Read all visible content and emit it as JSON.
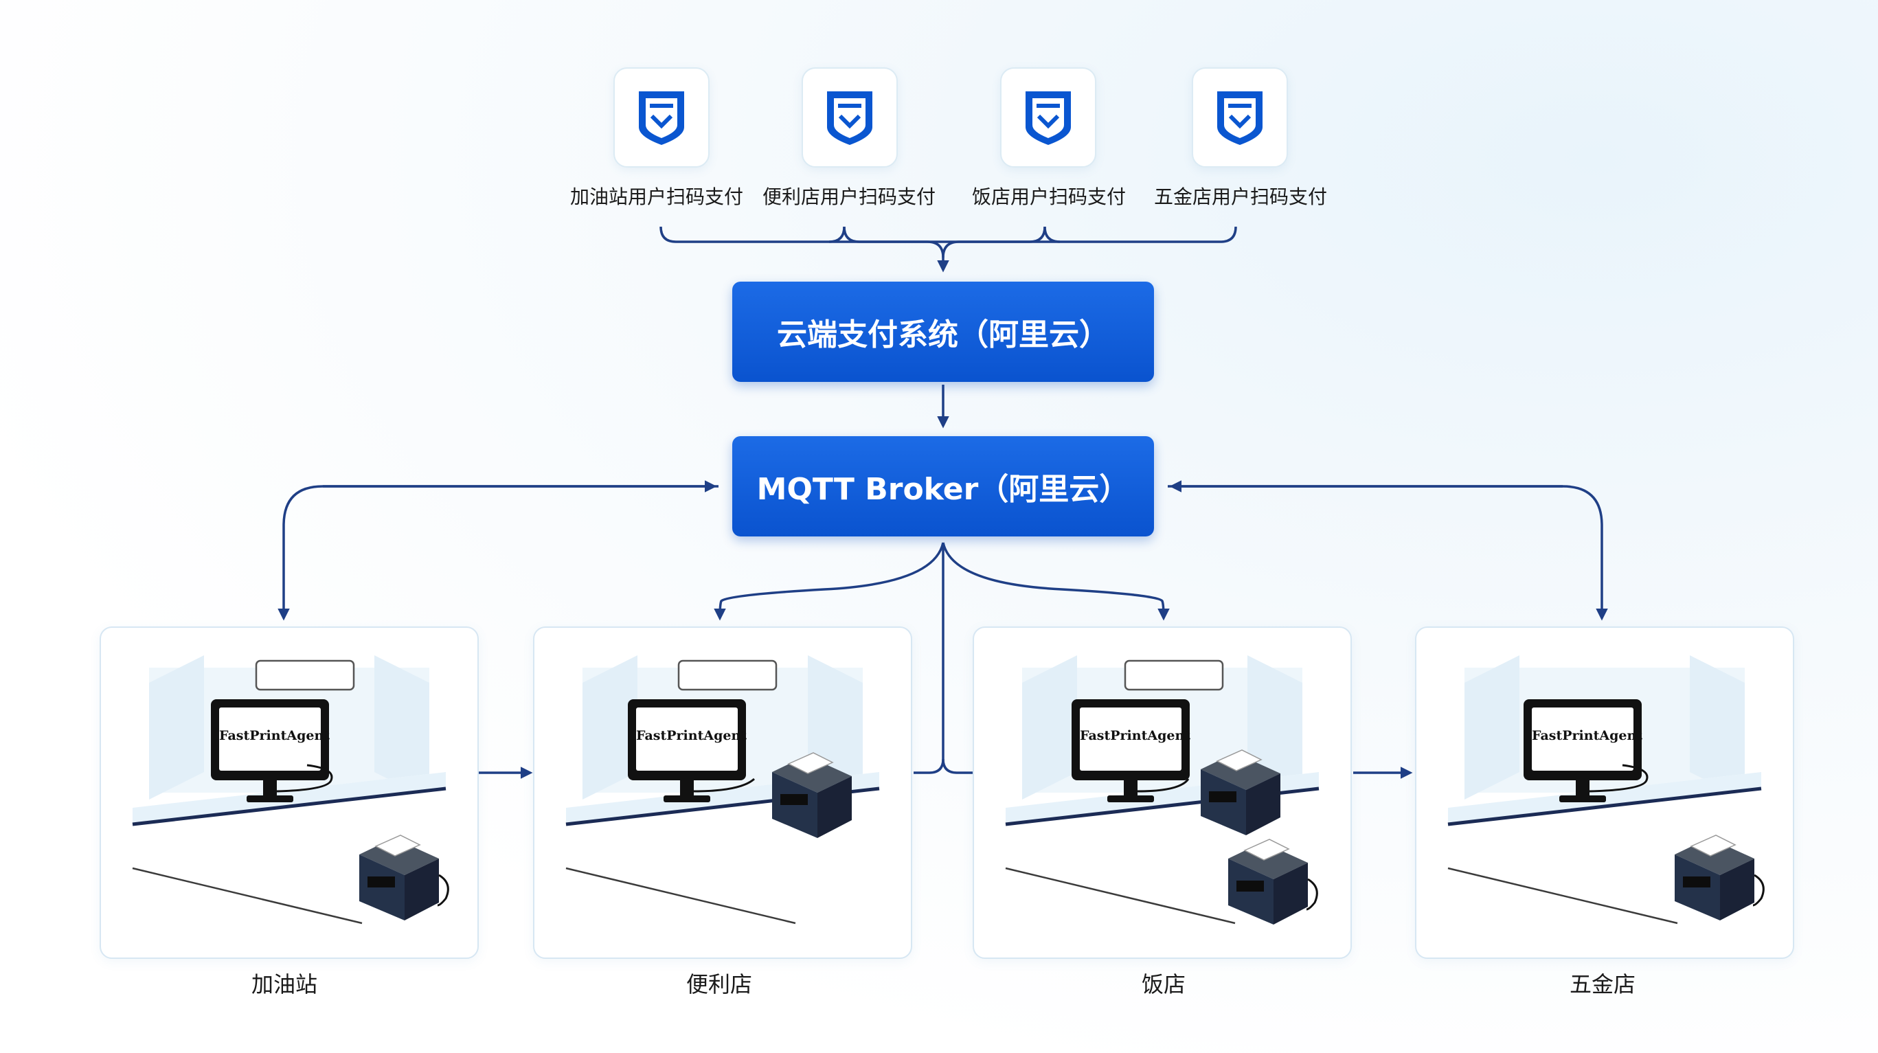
{
  "payment_sources": [
    {
      "label": "加油站用户扫码支付",
      "icon": "shield-check-icon"
    },
    {
      "label": "便利店用户扫码支付",
      "icon": "shield-check-icon"
    },
    {
      "label": "饭店用户扫码支付",
      "icon": "shield-check-icon"
    },
    {
      "label": "五金店用户扫码支付",
      "icon": "shield-check-icon"
    }
  ],
  "cloud_payment": {
    "label": "云端支付系统（阿里云）"
  },
  "broker": {
    "label": "MQTT Broker（阿里云）"
  },
  "stores": [
    {
      "name": "加油站",
      "monitor_text": "FastPrintAgent"
    },
    {
      "name": "便利店",
      "monitor_text": "FastPrintAgent"
    },
    {
      "name": "饭店",
      "monitor_text": "FastPrintAgent"
    },
    {
      "name": "五金店",
      "monitor_text": "FastPrintAgent"
    }
  ],
  "colors": {
    "primary_blue": "#0a56d0",
    "connector_navy": "#1f3f86",
    "panel_border": "#d7e7f3"
  }
}
